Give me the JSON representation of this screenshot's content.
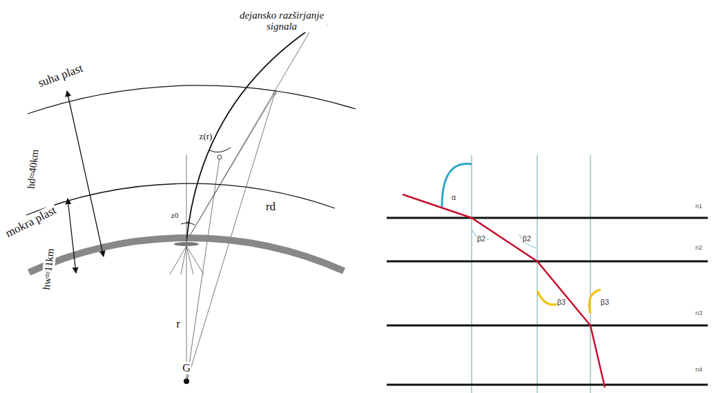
{
  "diagram": {
    "labels": [
      "dejansko razširjanje signala",
      "suha plast",
      "mokra plast",
      "hd≈40km",
      "hw≈11km",
      "z(r)",
      "z0",
      "r",
      "rd",
      "G",
      "α",
      "β2",
      "β2",
      "β3",
      "β3",
      "n1",
      "n2",
      "n3",
      "n4"
    ]
  }
}
